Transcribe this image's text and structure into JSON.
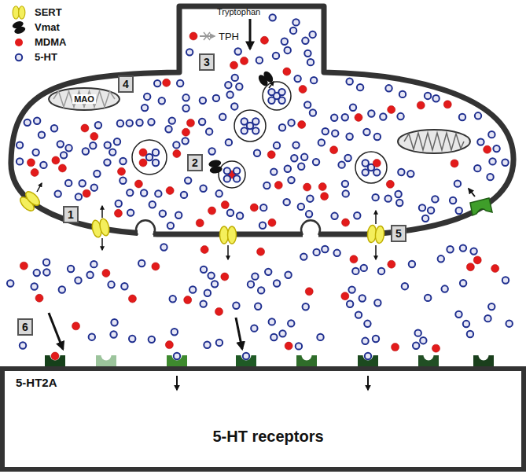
{
  "diagram": {
    "nodes": [
      {
        "text": [
          "3"
        ]
      },
      {
        "text": [
          "4"
        ]
      },
      {
        "text": [
          "MAO"
        ]
      },
      {
        "text": [
          "2"
        ]
      },
      {
        "text": [
          "1"
        ]
      },
      {
        "text": [
          "5"
        ]
      },
      {
        "text": [
          "6"
        ]
      },
      {
        "text": [
          "5-HT2A",
          "5-HT receptors"
        ]
      }
    ],
    "labels": [
      "Tryptophan",
      "TPH"
    ],
    "legend": [
      {
        "text": "SERT"
      },
      {
        "text": "Vmat"
      },
      {
        "text": "MDMA"
      },
      {
        "text": "5-HT"
      }
    ]
  }
}
